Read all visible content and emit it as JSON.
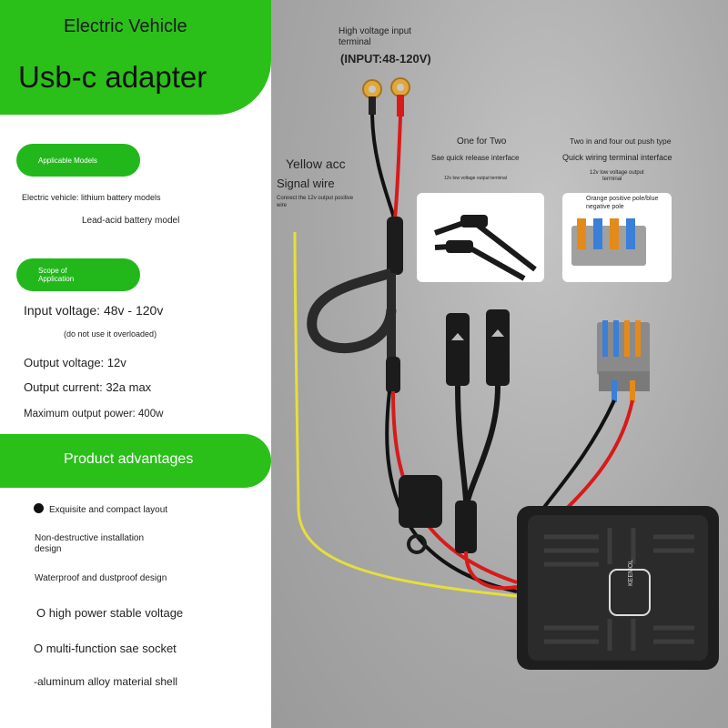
{
  "header": {
    "line1": "Electric Vehicle",
    "line2": "Usb-c adapter"
  },
  "applicable": {
    "pill_label": "Applicable Models",
    "item1": "Electric vehicle: lithium battery models",
    "item2": "Lead-acid battery model"
  },
  "scope": {
    "pill_label_1": "Scope of",
    "pill_label_2": "Application",
    "input_voltage": "Input voltage: 48v - 120v",
    "note": "(do not use it overloaded)",
    "output_voltage": "Output voltage: 12v",
    "output_current": "Output current: 32a max",
    "max_power": "Maximum output power: 400w"
  },
  "advantages": {
    "title": "Product advantages",
    "items": [
      "Exquisite and compact layout",
      "Non-destructive installation",
      "design",
      "Waterproof and dustproof design",
      "O high power stable voltage",
      "O multi-function sae socket",
      "-aluminum alloy material shell"
    ]
  },
  "product": {
    "hv_label_1": "High voltage input",
    "hv_label_2": "terminal",
    "hv_input": "(INPUT:48-120V)",
    "acc_1": "Yellow acc",
    "acc_2": "Signal wire",
    "acc_note_1": "Connect the 12v output positive",
    "acc_note_2": "wire",
    "sae_title": "One for Two",
    "sae_sub": "Sae quick release interface",
    "sae_tiny": "12v low voltage output terminal",
    "term_title": "Two in and four out push type",
    "term_sub": "Quick wiring terminal interface",
    "term_tiny": "12v low voltage output",
    "term_tiny2": "terminal",
    "term_note_1": "Orange positive pole/blue",
    "term_note_2": "negative pole",
    "logo_text": "KEEMOL"
  },
  "colors": {
    "green": "#2bbf1a",
    "red_wire": "#e01818",
    "yellow_wire": "#e8e040"
  }
}
